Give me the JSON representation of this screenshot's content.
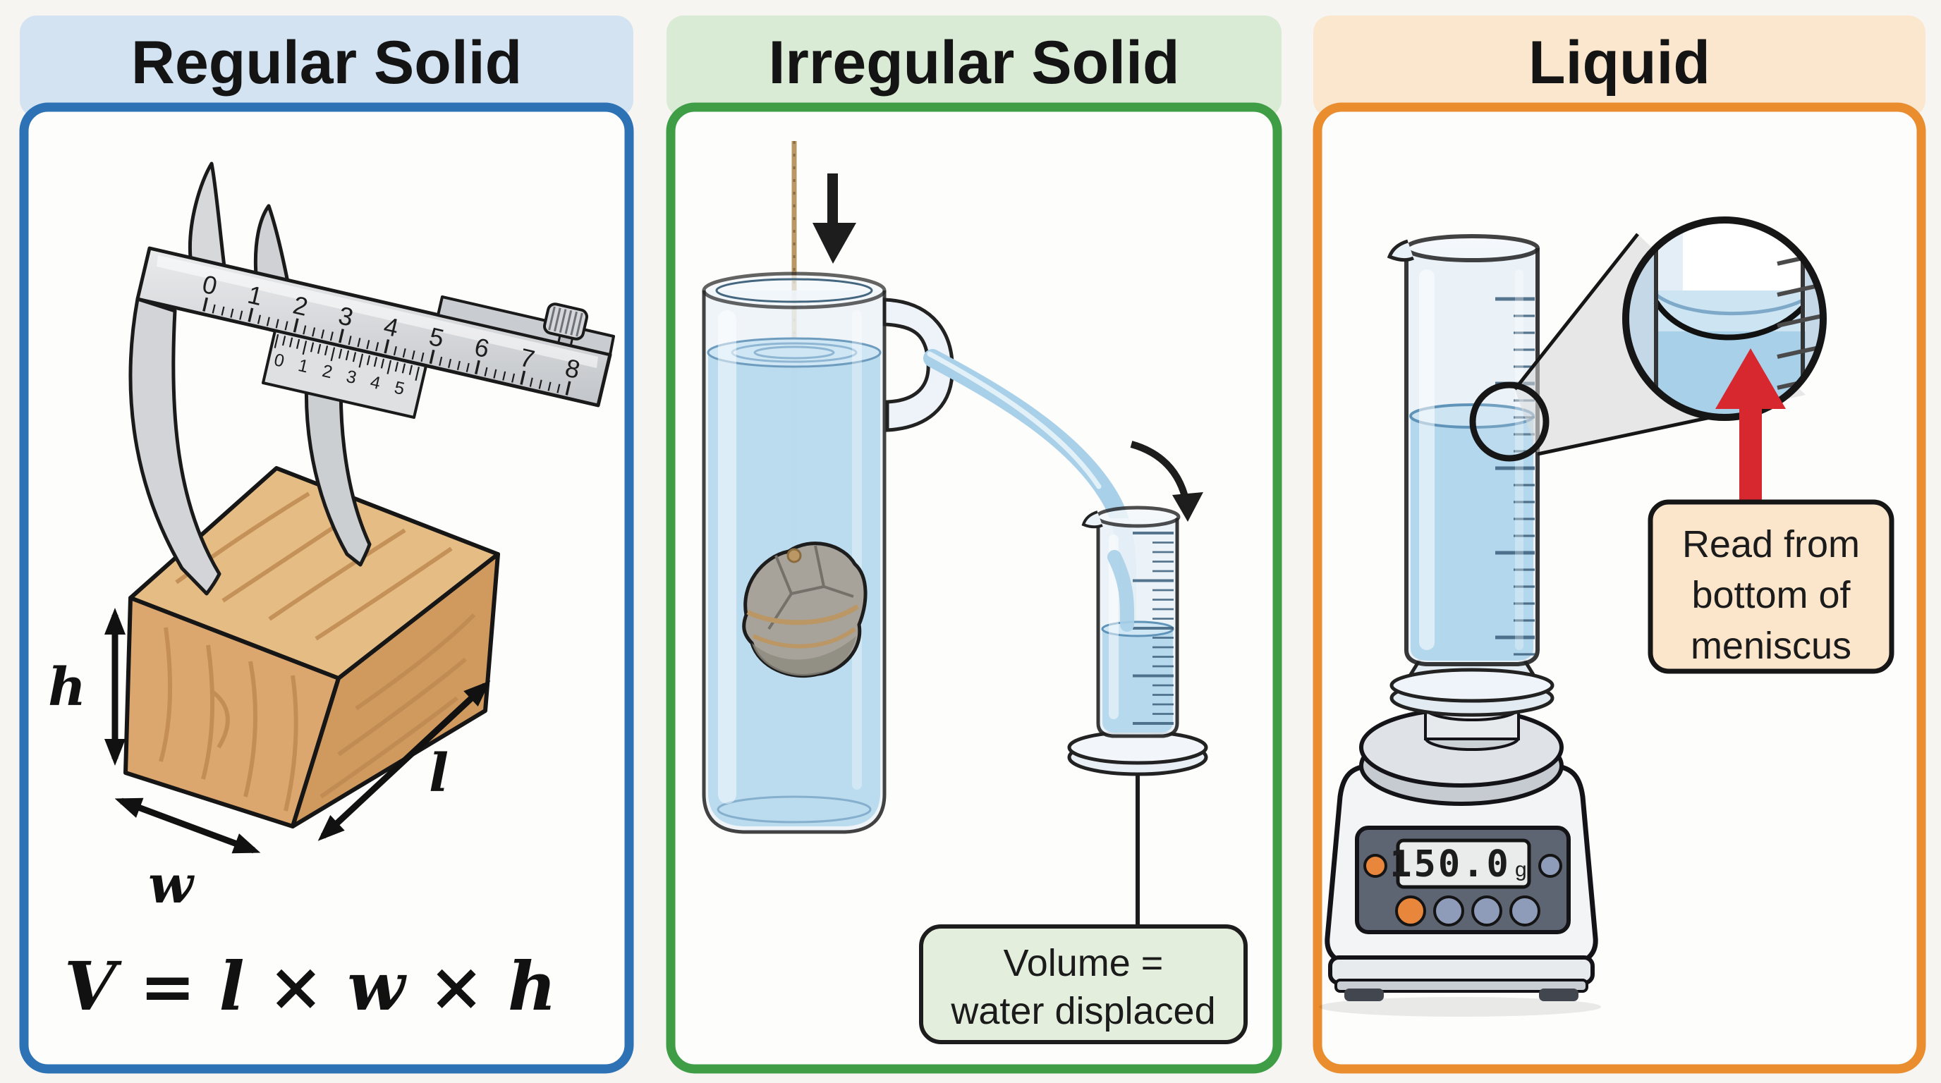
{
  "page": {
    "background": "#f6f5f2",
    "panel_fill": "#fdfdfc",
    "outline": "#161616"
  },
  "colors": {
    "water": "#b7d9ee",
    "water_surface": "#cfe6f4",
    "glass": "#edf3f8",
    "wood_top": "#e6bc85",
    "wood_front": "#dca76e",
    "wood_side": "#d09a5e",
    "metal": "#d9dbde",
    "rock": "#a7a39a",
    "rope": "#bb9765",
    "red_arrow": "#d6282e",
    "button_orange": "#e8873b",
    "button_slate": "#8e9bb9",
    "scale_panel": "#5d6472",
    "lcd_fill": "#e9eceb"
  },
  "regular": {
    "title": "Regular Solid",
    "accent": "#2d72b5",
    "tint": "#d4e3f2",
    "caliper_main_scale": [
      "0",
      "1",
      "2",
      "3",
      "4",
      "5",
      "6",
      "7",
      "8"
    ],
    "caliper_vernier_scale": [
      "0",
      "1",
      "2",
      "3",
      "4",
      "5"
    ],
    "dim_h": "h",
    "dim_w": "w",
    "dim_l": "l",
    "formula": "V = l × w × h"
  },
  "irregular": {
    "title": "Irregular Solid",
    "accent": "#3f9d46",
    "tint": "#daebd5",
    "callout_fill": "#e3efdc",
    "callout_line1": "Volume =",
    "callout_line2": "water displaced"
  },
  "liquid": {
    "title": "Liquid",
    "accent": "#e98d2f",
    "tint": "#fbe6ce",
    "callout_fill": "#fbe6cb",
    "callout_line1": "Read from",
    "callout_line2": "bottom of",
    "callout_line3": "meniscus",
    "scale_value": "150.0",
    "scale_unit": "g"
  }
}
